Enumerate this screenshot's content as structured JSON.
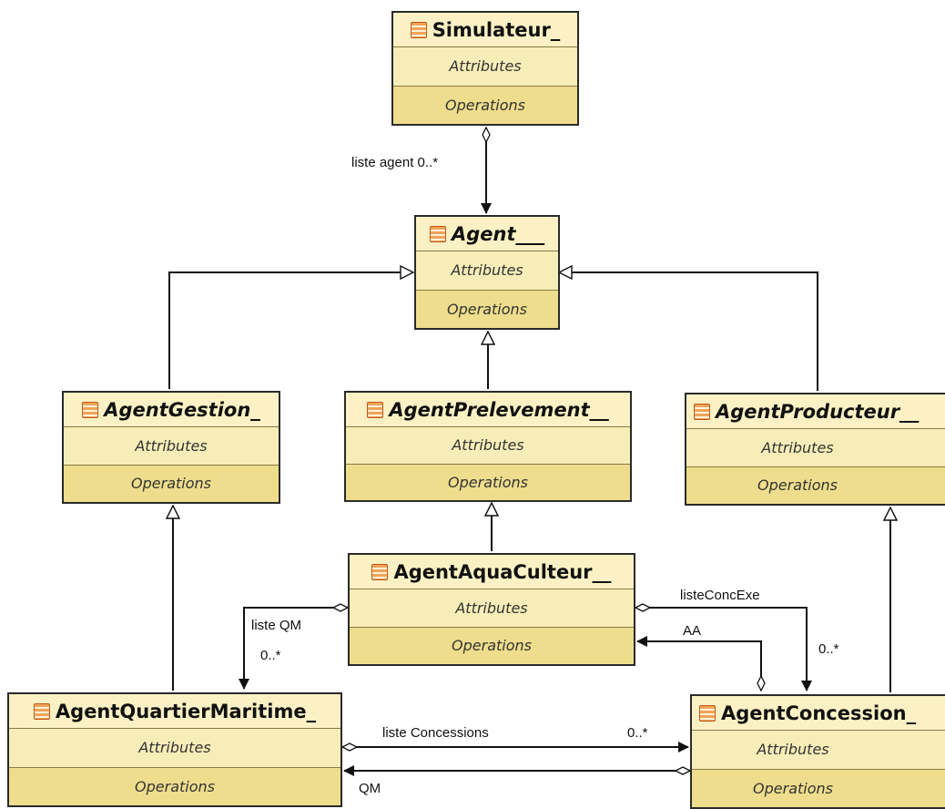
{
  "colors": {
    "class_fill": "#f6eab0",
    "header_fill": "#fbf1c4",
    "operations_fill": "#eedd8c",
    "border": "#2a2a2a",
    "icon_orange": "#f0a45a"
  },
  "classes": {
    "simulateur": {
      "name": "Simulateur_",
      "attributes": "Attributes",
      "operations": "Operations",
      "abstract": false
    },
    "agent": {
      "name": "Agent___",
      "attributes": "Attributes",
      "operations": "Operations",
      "abstract": true
    },
    "agent_gestion": {
      "name": "AgentGestion_",
      "attributes": "Attributes",
      "operations": "Operations",
      "abstract": true
    },
    "agent_prelevement": {
      "name": "AgentPrelevement__",
      "attributes": "Attributes",
      "operations": "Operations",
      "abstract": true
    },
    "agent_producteur": {
      "name": "AgentProducteur__",
      "attributes": "Attributes",
      "operations": "Operations",
      "abstract": true
    },
    "agent_aquaculteur": {
      "name": "AgentAquaCulteur__",
      "attributes": "Attributes",
      "operations": "Operations",
      "abstract": false
    },
    "agent_quartier_maritime": {
      "name": "AgentQuartierMaritime_",
      "attributes": "Attributes",
      "operations": "Operations",
      "abstract": false
    },
    "agent_concession": {
      "name": "AgentConcession_",
      "attributes": "Attributes",
      "operations": "Operations",
      "abstract": false
    }
  },
  "labels": {
    "liste_agent": "liste agent 0..*",
    "liste_qm": "liste QM",
    "liste_qm_mult": "0..*",
    "liste_conc_exe": "listeConcExe",
    "liste_conc_exe_mult": "0..*",
    "aa": "AA",
    "liste_concessions": "liste Concessions",
    "liste_concessions_mult": "0..*",
    "qm": "QM"
  }
}
